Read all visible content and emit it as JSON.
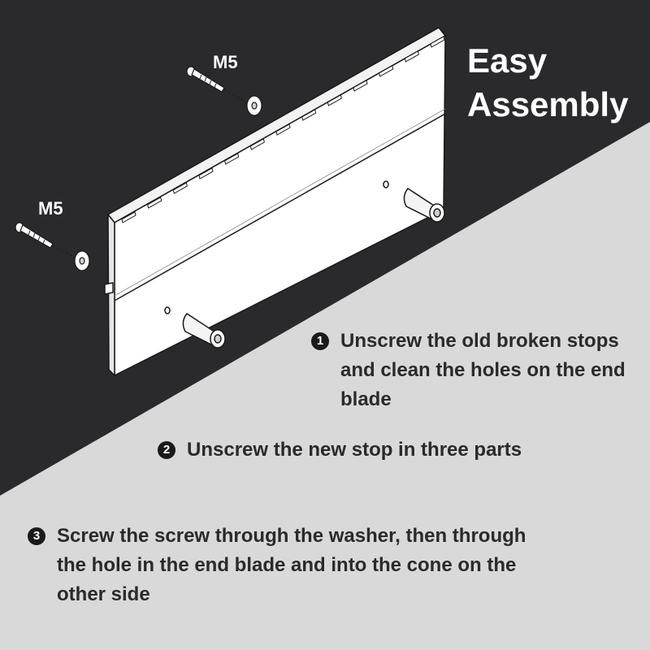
{
  "colors": {
    "dark": "#2a2a2c",
    "light": "#d9d9d9",
    "text_dark": "#2a2a2c",
    "text_light": "#ffffff"
  },
  "title": {
    "line1": "Easy",
    "line2": "Assembly"
  },
  "labels": {
    "screw_top": "M5",
    "screw_left": "M5"
  },
  "steps": [
    {
      "number": "1",
      "text": "Unscrew the old broken stops and clean the holes on the end blade"
    },
    {
      "number": "2",
      "text": "Unscrew the new stop in three parts"
    },
    {
      "number": "3",
      "text": "Screw the screw through the washer, then through the hole in the end blade and into the cone on the other side"
    }
  ],
  "icons": [
    "screw-icon",
    "washer-icon",
    "cone-stop-icon",
    "end-blade"
  ]
}
